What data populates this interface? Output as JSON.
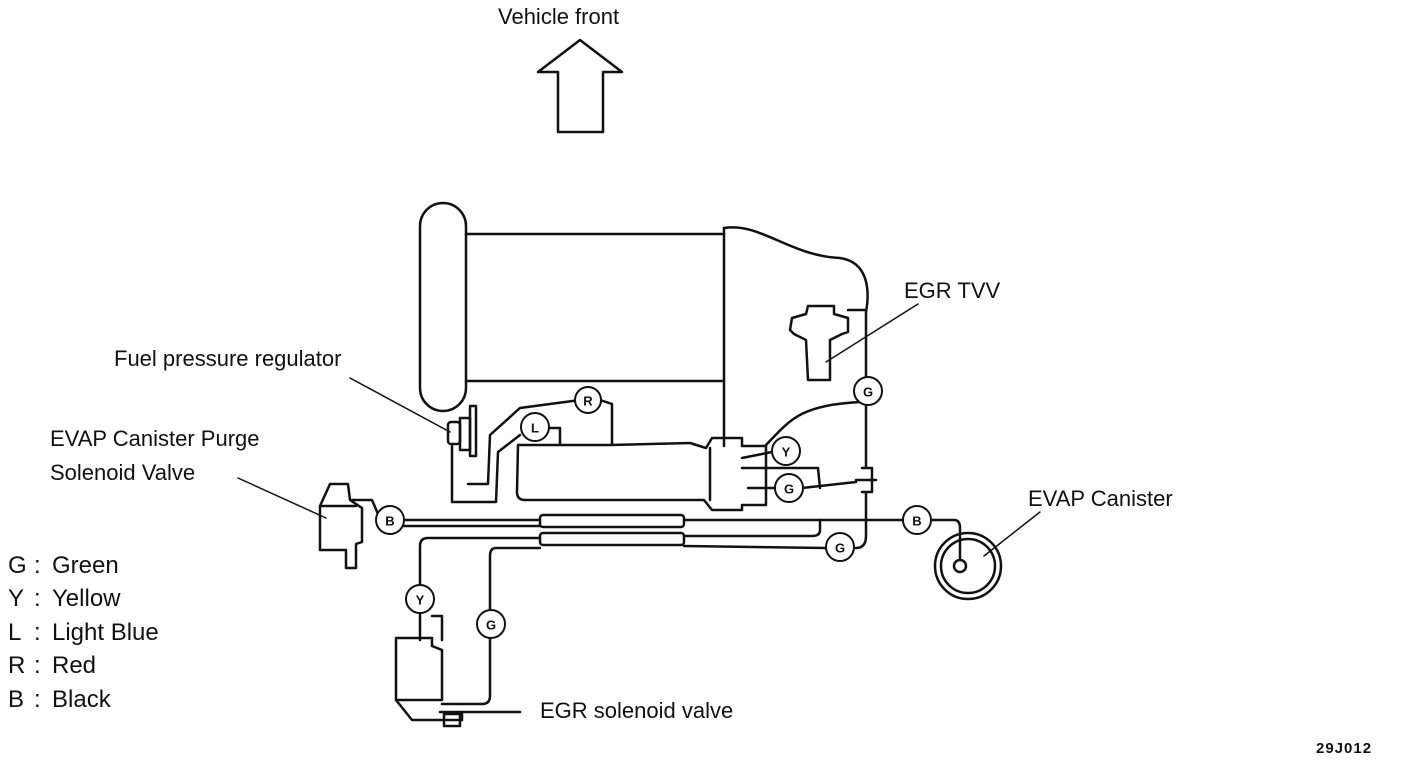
{
  "labels": {
    "vehicle_front": "Vehicle  front",
    "egr_tvv": "EGR TVV",
    "fuel_pressure_regulator": "Fuel pressure regulator",
    "evap_purge_line1": "EVAP Canister Purge",
    "evap_purge_line2": "Solenoid Valve",
    "evap_canister": "EVAP  Canister",
    "egr_solenoid_valve": "EGR solenoid valve"
  },
  "legend": [
    {
      "code": "G",
      "name": "Green"
    },
    {
      "code": "Y",
      "name": "Yellow"
    },
    {
      "code": "L",
      "name": "Light Blue"
    },
    {
      "code": "R",
      "name": "Red"
    },
    {
      "code": "B",
      "name": "Black"
    }
  ],
  "hose_tags": {
    "r_top": "R",
    "l_top": "L",
    "g_tvv": "G",
    "y_throttle": "Y",
    "g_throttle": "G",
    "b_purge": "B",
    "b_canister": "B",
    "g_right": "G",
    "y_egr": "Y",
    "g_egr": "G"
  },
  "figure_code": "29J012"
}
